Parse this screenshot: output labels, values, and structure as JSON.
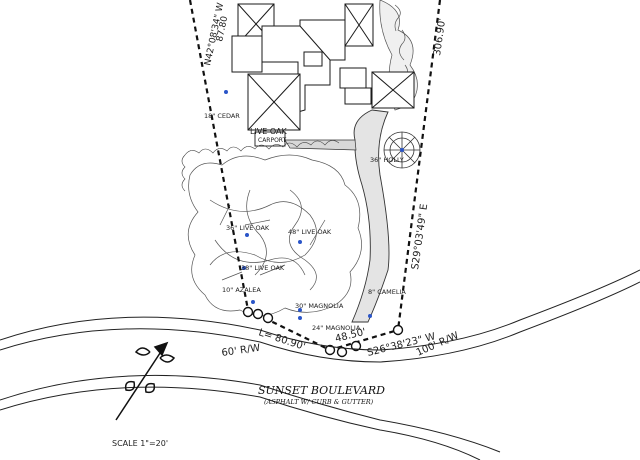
{
  "plat": {
    "bearings": {
      "northwest": "N42°08'34\" W",
      "northwest_dist": "87.80",
      "east_top": "306.90'",
      "east": "S29°03'49\" E",
      "south_center": "S26°38'23\" W",
      "south_left": "L= 80.90'",
      "south_mid": "48.50'"
    },
    "road": {
      "name": "SUNSET BOULEVARD",
      "surface": "(ASPHALT W/ CURB & GUTTER)",
      "row_left": "60' R/W",
      "row_right": "100' R/W"
    },
    "trees": {
      "cedar": "18\" CEDAR",
      "live_oak_house": "LIVE OAK",
      "holly": "36\" HOLLY",
      "live_oak_36": "36\" LIVE OAK",
      "live_oak_48": "48\" LIVE OAK",
      "live_oak_38": "38\" LIVE OAK",
      "azalea": "10\" AZALEA",
      "magnolia_30": "30\" MAGNOLIA",
      "magnolia_24": "24\" MAGNOLIA",
      "camelia": "8\" CAMELIA"
    },
    "structures": {
      "carport": "CARPORT"
    },
    "scale": "SCALE 1\"=20'"
  },
  "colors": {
    "ink": "#1a1a1a",
    "canopy": "#555555",
    "drive_fill": "#e4e4e4",
    "marker": "#2a55c8"
  }
}
